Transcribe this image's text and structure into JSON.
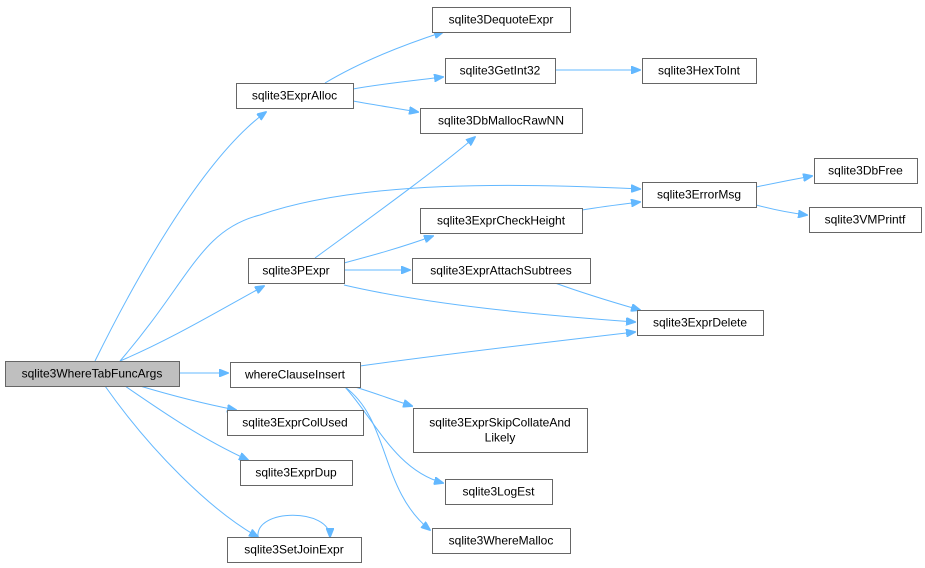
{
  "diagram": {
    "nodes": [
      {
        "id": "root",
        "label": "sqlite3WhereTabFuncArgs",
        "lines": [
          "sqlite3WhereTabFuncArgs"
        ],
        "root": true
      },
      {
        "id": "exprAlloc",
        "label": "sqlite3ExprAlloc",
        "lines": [
          "sqlite3ExprAlloc"
        ]
      },
      {
        "id": "dequote",
        "label": "sqlite3DequoteExpr",
        "lines": [
          "sqlite3DequoteExpr"
        ]
      },
      {
        "id": "getInt32",
        "label": "sqlite3GetInt32",
        "lines": [
          "sqlite3GetInt32"
        ]
      },
      {
        "id": "hexToInt",
        "label": "sqlite3HexToInt",
        "lines": [
          "sqlite3HexToInt"
        ]
      },
      {
        "id": "mallocRaw",
        "label": "sqlite3DbMallocRawNN",
        "lines": [
          "sqlite3DbMallocRawNN"
        ]
      },
      {
        "id": "errorMsg",
        "label": "sqlite3ErrorMsg",
        "lines": [
          "sqlite3ErrorMsg"
        ]
      },
      {
        "id": "dbFree",
        "label": "sqlite3DbFree",
        "lines": [
          "sqlite3DbFree"
        ]
      },
      {
        "id": "vmprintf",
        "label": "sqlite3VMPrintf",
        "lines": [
          "sqlite3VMPrintf"
        ]
      },
      {
        "id": "checkHeight",
        "label": "sqlite3ExprCheckHeight",
        "lines": [
          "sqlite3ExprCheckHeight"
        ]
      },
      {
        "id": "pexpr",
        "label": "sqlite3PExpr",
        "lines": [
          "sqlite3PExpr"
        ]
      },
      {
        "id": "attachSub",
        "label": "sqlite3ExprAttachSubtrees",
        "lines": [
          "sqlite3ExprAttachSubtrees"
        ]
      },
      {
        "id": "exprDelete",
        "label": "sqlite3ExprDelete",
        "lines": [
          "sqlite3ExprDelete"
        ]
      },
      {
        "id": "whereInsert",
        "label": "whereClauseInsert",
        "lines": [
          "whereClauseInsert"
        ]
      },
      {
        "id": "colUsed",
        "label": "sqlite3ExprColUsed",
        "lines": [
          "sqlite3ExprColUsed"
        ]
      },
      {
        "id": "skipCollate",
        "label": "sqlite3ExprSkipCollateAndLikely",
        "lines": [
          "sqlite3ExprSkipCollateAnd",
          "Likely"
        ]
      },
      {
        "id": "exprDup",
        "label": "sqlite3ExprDup",
        "lines": [
          "sqlite3ExprDup"
        ]
      },
      {
        "id": "logEst",
        "label": "sqlite3LogEst",
        "lines": [
          "sqlite3LogEst"
        ]
      },
      {
        "id": "setJoin",
        "label": "sqlite3SetJoinExpr",
        "lines": [
          "sqlite3SetJoinExpr"
        ]
      },
      {
        "id": "whereMalloc",
        "label": "sqlite3WhereMalloc",
        "lines": [
          "sqlite3WhereMalloc"
        ]
      }
    ],
    "edges": [
      {
        "from": "root",
        "to": "exprAlloc"
      },
      {
        "from": "root",
        "to": "errorMsg"
      },
      {
        "from": "root",
        "to": "pexpr"
      },
      {
        "from": "root",
        "to": "whereInsert"
      },
      {
        "from": "root",
        "to": "colUsed"
      },
      {
        "from": "root",
        "to": "exprDup"
      },
      {
        "from": "root",
        "to": "setJoin"
      },
      {
        "from": "exprAlloc",
        "to": "dequote"
      },
      {
        "from": "exprAlloc",
        "to": "getInt32"
      },
      {
        "from": "exprAlloc",
        "to": "mallocRaw"
      },
      {
        "from": "getInt32",
        "to": "hexToInt"
      },
      {
        "from": "pexpr",
        "to": "mallocRaw"
      },
      {
        "from": "pexpr",
        "to": "checkHeight"
      },
      {
        "from": "pexpr",
        "to": "attachSub"
      },
      {
        "from": "pexpr",
        "to": "exprDelete"
      },
      {
        "from": "checkHeight",
        "to": "errorMsg"
      },
      {
        "from": "attachSub",
        "to": "exprDelete"
      },
      {
        "from": "errorMsg",
        "to": "dbFree"
      },
      {
        "from": "errorMsg",
        "to": "vmprintf"
      },
      {
        "from": "whereInsert",
        "to": "exprDelete"
      },
      {
        "from": "whereInsert",
        "to": "skipCollate"
      },
      {
        "from": "whereInsert",
        "to": "logEst"
      },
      {
        "from": "whereInsert",
        "to": "whereMalloc"
      },
      {
        "from": "setJoin",
        "to": "setJoin"
      }
    ],
    "colors": {
      "edge": "#63b8ff",
      "node_border": "#666666",
      "root_fill": "#bfbfbf",
      "node_fill": "#ffffff"
    }
  }
}
